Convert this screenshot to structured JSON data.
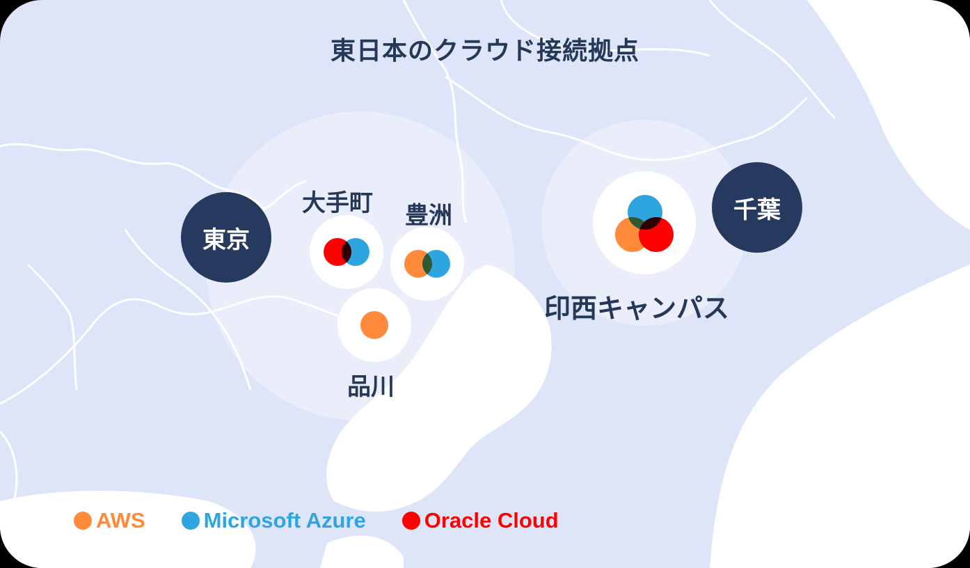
{
  "title": "東日本のクラウド接続拠点",
  "colors": {
    "aws": "#ff8a3c",
    "azure": "#2fa5e0",
    "oracle": "#ff0000",
    "navy": "#263a5f",
    "sea": "#dfe5f8"
  },
  "cities": [
    {
      "label": "東京"
    },
    {
      "label": "千葉"
    }
  ],
  "sites": [
    {
      "label": "大手町",
      "providers": [
        "Oracle Cloud",
        "Microsoft Azure"
      ]
    },
    {
      "label": "豊洲",
      "providers": [
        "AWS",
        "Microsoft Azure"
      ]
    },
    {
      "label": "品川",
      "providers": [
        "AWS"
      ]
    },
    {
      "label": "印西キャンパス",
      "providers": [
        "Microsoft Azure",
        "AWS",
        "Oracle Cloud"
      ]
    }
  ],
  "legend": [
    {
      "label": "AWS",
      "color": "#ff8a3c"
    },
    {
      "label": "Microsoft Azure",
      "color": "#2fa5e0"
    },
    {
      "label": "Oracle Cloud",
      "color": "#ff0000"
    }
  ]
}
